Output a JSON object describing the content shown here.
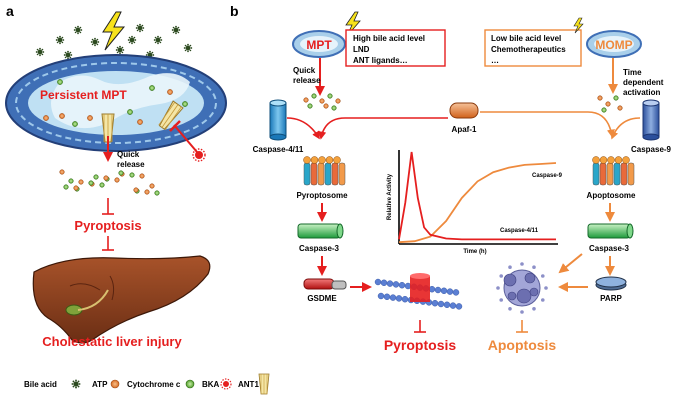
{
  "panel_a": {
    "label": "a",
    "persistent_mpt": "Persistent  MPT",
    "quick_release_1": "Quick",
    "quick_release_2": "release",
    "pyroptosis": "Pyroptosis",
    "cholestatic": "Cholestatic liver injury"
  },
  "panel_b": {
    "label": "b",
    "mpt": "MPT",
    "momp": "MOMP",
    "left_box": [
      "High bile acid level",
      "LND",
      "ANT ligands…"
    ],
    "right_box": [
      "Low bile acid level",
      "Chemotherapeutics",
      "…"
    ],
    "quick_release_1": "Quick",
    "quick_release_2": "release",
    "time_dependent": [
      "Time",
      "dependent",
      "activation"
    ],
    "caspase_4_11": "Caspase-4/11",
    "apaf1": "Apaf-1",
    "caspase_9": "Caspase-9",
    "pyroptosome": "Pyroptosome",
    "apoptosome": "Apoptosome",
    "caspase_3_left": "Caspase-3",
    "caspase_3_right": "Caspase-3",
    "gsdme": "GSDME",
    "parp": "PARP",
    "pyroptosis": "Pyroptosis",
    "apoptosis": "Apoptosis",
    "chart_ylabel": "Relative Activity",
    "chart_xlabel": "Time (h)",
    "series_caspase9": "Caspase-9",
    "series_caspase411": "Caspase-4/11"
  },
  "legend": {
    "bile_acid": "Bile acid",
    "atp": "ATP",
    "cytochrome_c": "Cytochrome c",
    "bka": "BKA",
    "ant1": "ANT1"
  },
  "colors": {
    "red": "#e51f1f",
    "orange": "#ee8a3d",
    "dark_green": "#2c4a1f",
    "mito_blue": "#3f6fb6",
    "mito_fill": "#8ec3e6"
  },
  "chart_data": {
    "type": "line",
    "xlabel": "Time (h)",
    "ylabel": "Relative Activity",
    "series": [
      {
        "name": "Caspase-4/11",
        "x": [
          0,
          0.04,
          0.08,
          0.12,
          0.16,
          0.2,
          0.3,
          0.4,
          0.6,
          0.8,
          1.0
        ],
        "values": [
          0.05,
          0.45,
          1.0,
          0.5,
          0.18,
          0.1,
          0.06,
          0.05,
          0.05,
          0.05,
          0.05
        ]
      },
      {
        "name": "Caspase-9",
        "x": [
          0,
          0.1,
          0.2,
          0.3,
          0.4,
          0.5,
          0.6,
          0.7,
          0.8,
          0.9,
          1.0
        ],
        "values": [
          0.02,
          0.03,
          0.08,
          0.25,
          0.5,
          0.68,
          0.78,
          0.83,
          0.86,
          0.87,
          0.88
        ]
      }
    ]
  }
}
